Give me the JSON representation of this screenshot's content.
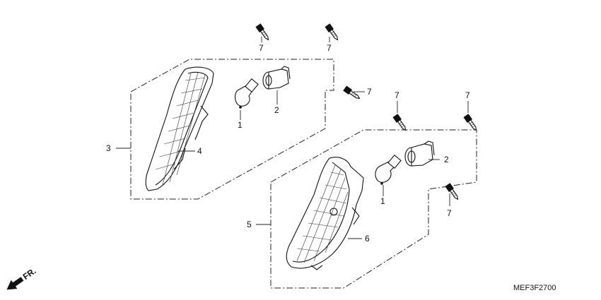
{
  "diagram_code": "MEF3F2700",
  "direction_label": "FR.",
  "callouts": {
    "screw_a": "7",
    "screw_b": "7",
    "screw_c": "7",
    "screw_d": "7",
    "screw_e": "7",
    "screw_f": "7",
    "bulb_upper": "1",
    "socket_upper": "2",
    "assembly_upper": "3",
    "lens_upper": "4",
    "bulb_lower": "1",
    "socket_lower": "2",
    "assembly_lower": "5",
    "lens_lower": "6"
  },
  "icons": [
    "tapping-screw-icon",
    "bulb-icon",
    "bulb-socket-icon",
    "turn-signal-lens-icon",
    "front-direction-arrow-icon"
  ]
}
